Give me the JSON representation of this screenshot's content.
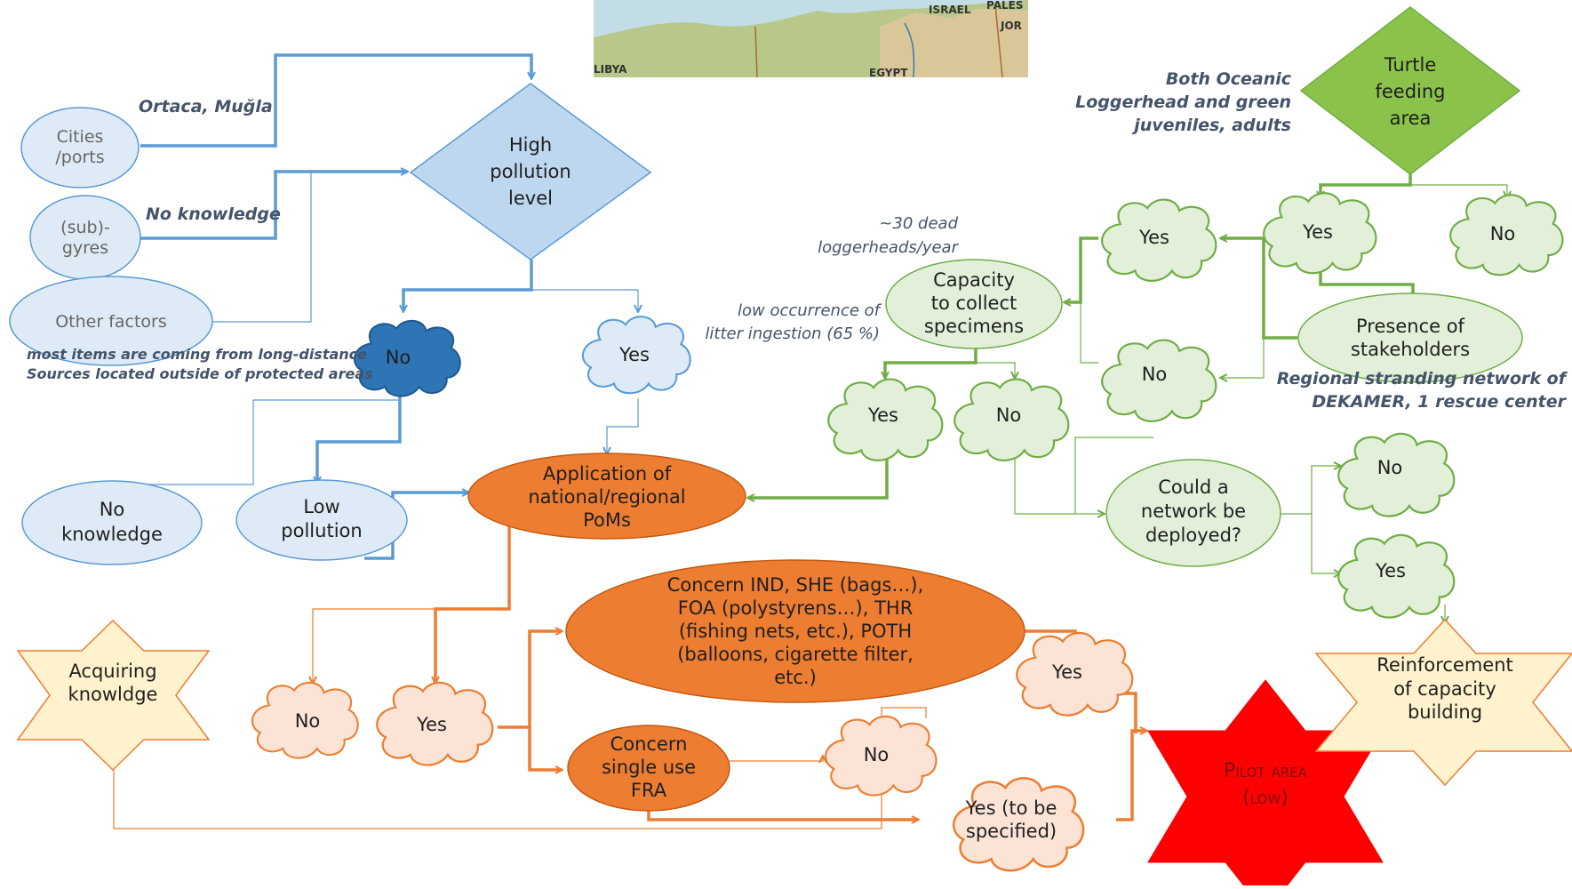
{
  "map": {
    "labels": [
      "ISRAEL",
      "PALES",
      "JOR",
      "LIBYA",
      "EGYPT"
    ]
  },
  "nodes": {
    "cities_ports": [
      "Cities",
      "/ports"
    ],
    "sub_gyres": [
      "(sub)-",
      "gyres"
    ],
    "other_factors": "Other factors",
    "high_pollution": [
      "High",
      "pollution",
      "level"
    ],
    "cloud_no_blue": "No",
    "cloud_yes_blue": "Yes",
    "no_knowledge_ellipse": [
      "No",
      "knowledge"
    ],
    "low_pollution": [
      "Low",
      "pollution"
    ],
    "application_poms": [
      "Application of",
      "national/regional",
      "PoMs"
    ],
    "acquiring": [
      "Acquiring",
      "knowldge"
    ],
    "cloud_no_orange_left": "No",
    "cloud_yes_orange_left": "Yes",
    "concern_big": [
      "Concern IND, SHE (bags…),",
      "FOA (polystyrens…), THR",
      "(fishing nets, etc.), POTH",
      "(balloons, cigarette filter,",
      "etc.)"
    ],
    "concern_single": [
      "Concern",
      "single use",
      "FRA"
    ],
    "cloud_no_orange_mid": "No",
    "cloud_yes_orange_right": "Yes",
    "yes_to_be_specified": [
      "Yes (to be",
      "specified)"
    ],
    "pilot_area": [
      "Pilot area",
      "(low)"
    ],
    "turtle_feeding": [
      "Turtle",
      "feeding",
      "area"
    ],
    "cloud_yes_top": "Yes",
    "cloud_no_top": "No",
    "cloud_yes_green_mid": "Yes",
    "cloud_no_green_mid": "No",
    "presence_stakeholders": [
      "Presence of",
      "stakeholders"
    ],
    "capacity_collect": [
      "Capacity",
      "to collect",
      "specimens"
    ],
    "cloud_yes_green_low": "Yes",
    "cloud_no_green_low": "No",
    "could_network": [
      "Could a",
      "network be",
      "deployed?"
    ],
    "cloud_no_green_right": "No",
    "cloud_yes_green_right": "Yes",
    "reinforcement": [
      "Reinforcement",
      "of capacity",
      "building"
    ]
  },
  "annotations": {
    "ortaca": "Ortaca, Muğla",
    "no_knowledge_note": "No knowledge",
    "long_distance": [
      "most items are coming from long-distance",
      "Sources located outside of protected areas"
    ],
    "both_oceanic": [
      "Both Oceanic",
      "Loggerhead and green",
      "juveniles, adults"
    ],
    "dead_loggerheads": [
      "~30 dead",
      "loggerheads/year"
    ],
    "low_occurrence": [
      "low occurrence of",
      "litter ingestion (65 %)"
    ],
    "regional_network": [
      "Regional stranding network of",
      "DEKAMER, 1 rescue center"
    ]
  },
  "colors": {
    "blue_line": "#5b9bd5",
    "blue_fill": "#deebf7",
    "diamond_fill": "#bdd7ee",
    "dark_blue_cloud": "#2e75b6",
    "orange": "#ed7d31",
    "orange_light": "#fbe4d5",
    "green_line": "#70ad47",
    "green_fill": "#e2f0d9",
    "green_diamond": "#8bc34a",
    "star_fill": "#ff0000",
    "yellow_star": "#fff2cc"
  }
}
